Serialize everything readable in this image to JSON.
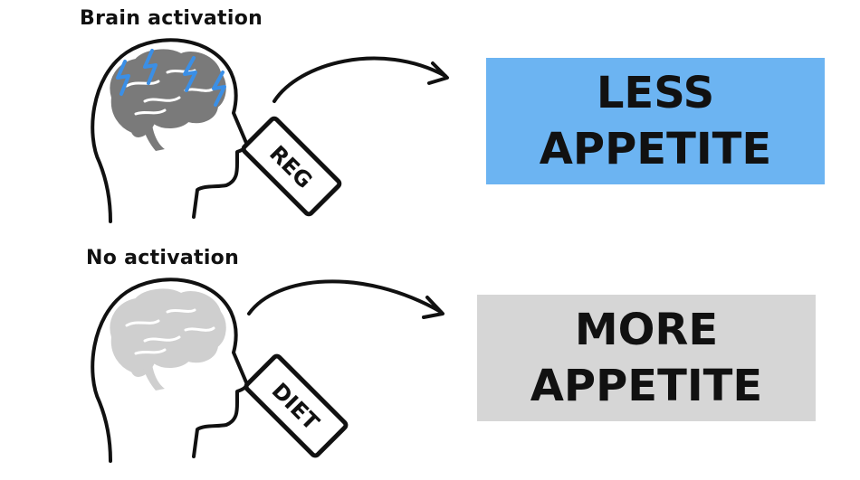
{
  "rows": [
    {
      "heading": "Brain activation",
      "badge": "REG",
      "outcome": {
        "line1": "LESS",
        "line2": "APPETITE",
        "bg_color": "#6cb4f2"
      },
      "brain_color": "#7a7a7a",
      "spark_color": "#3b8fe6"
    },
    {
      "heading": "No activation",
      "badge": "DIET",
      "outcome": {
        "line1": "MORE",
        "line2": "APPETITE",
        "bg_color": "#d6d6d6"
      },
      "brain_color": "#cfcfcf"
    }
  ],
  "icons": [
    "head-outline-icon",
    "brain-icon",
    "lightning-bolt-icon",
    "curved-arrow-icon",
    "drink-can-icon"
  ]
}
